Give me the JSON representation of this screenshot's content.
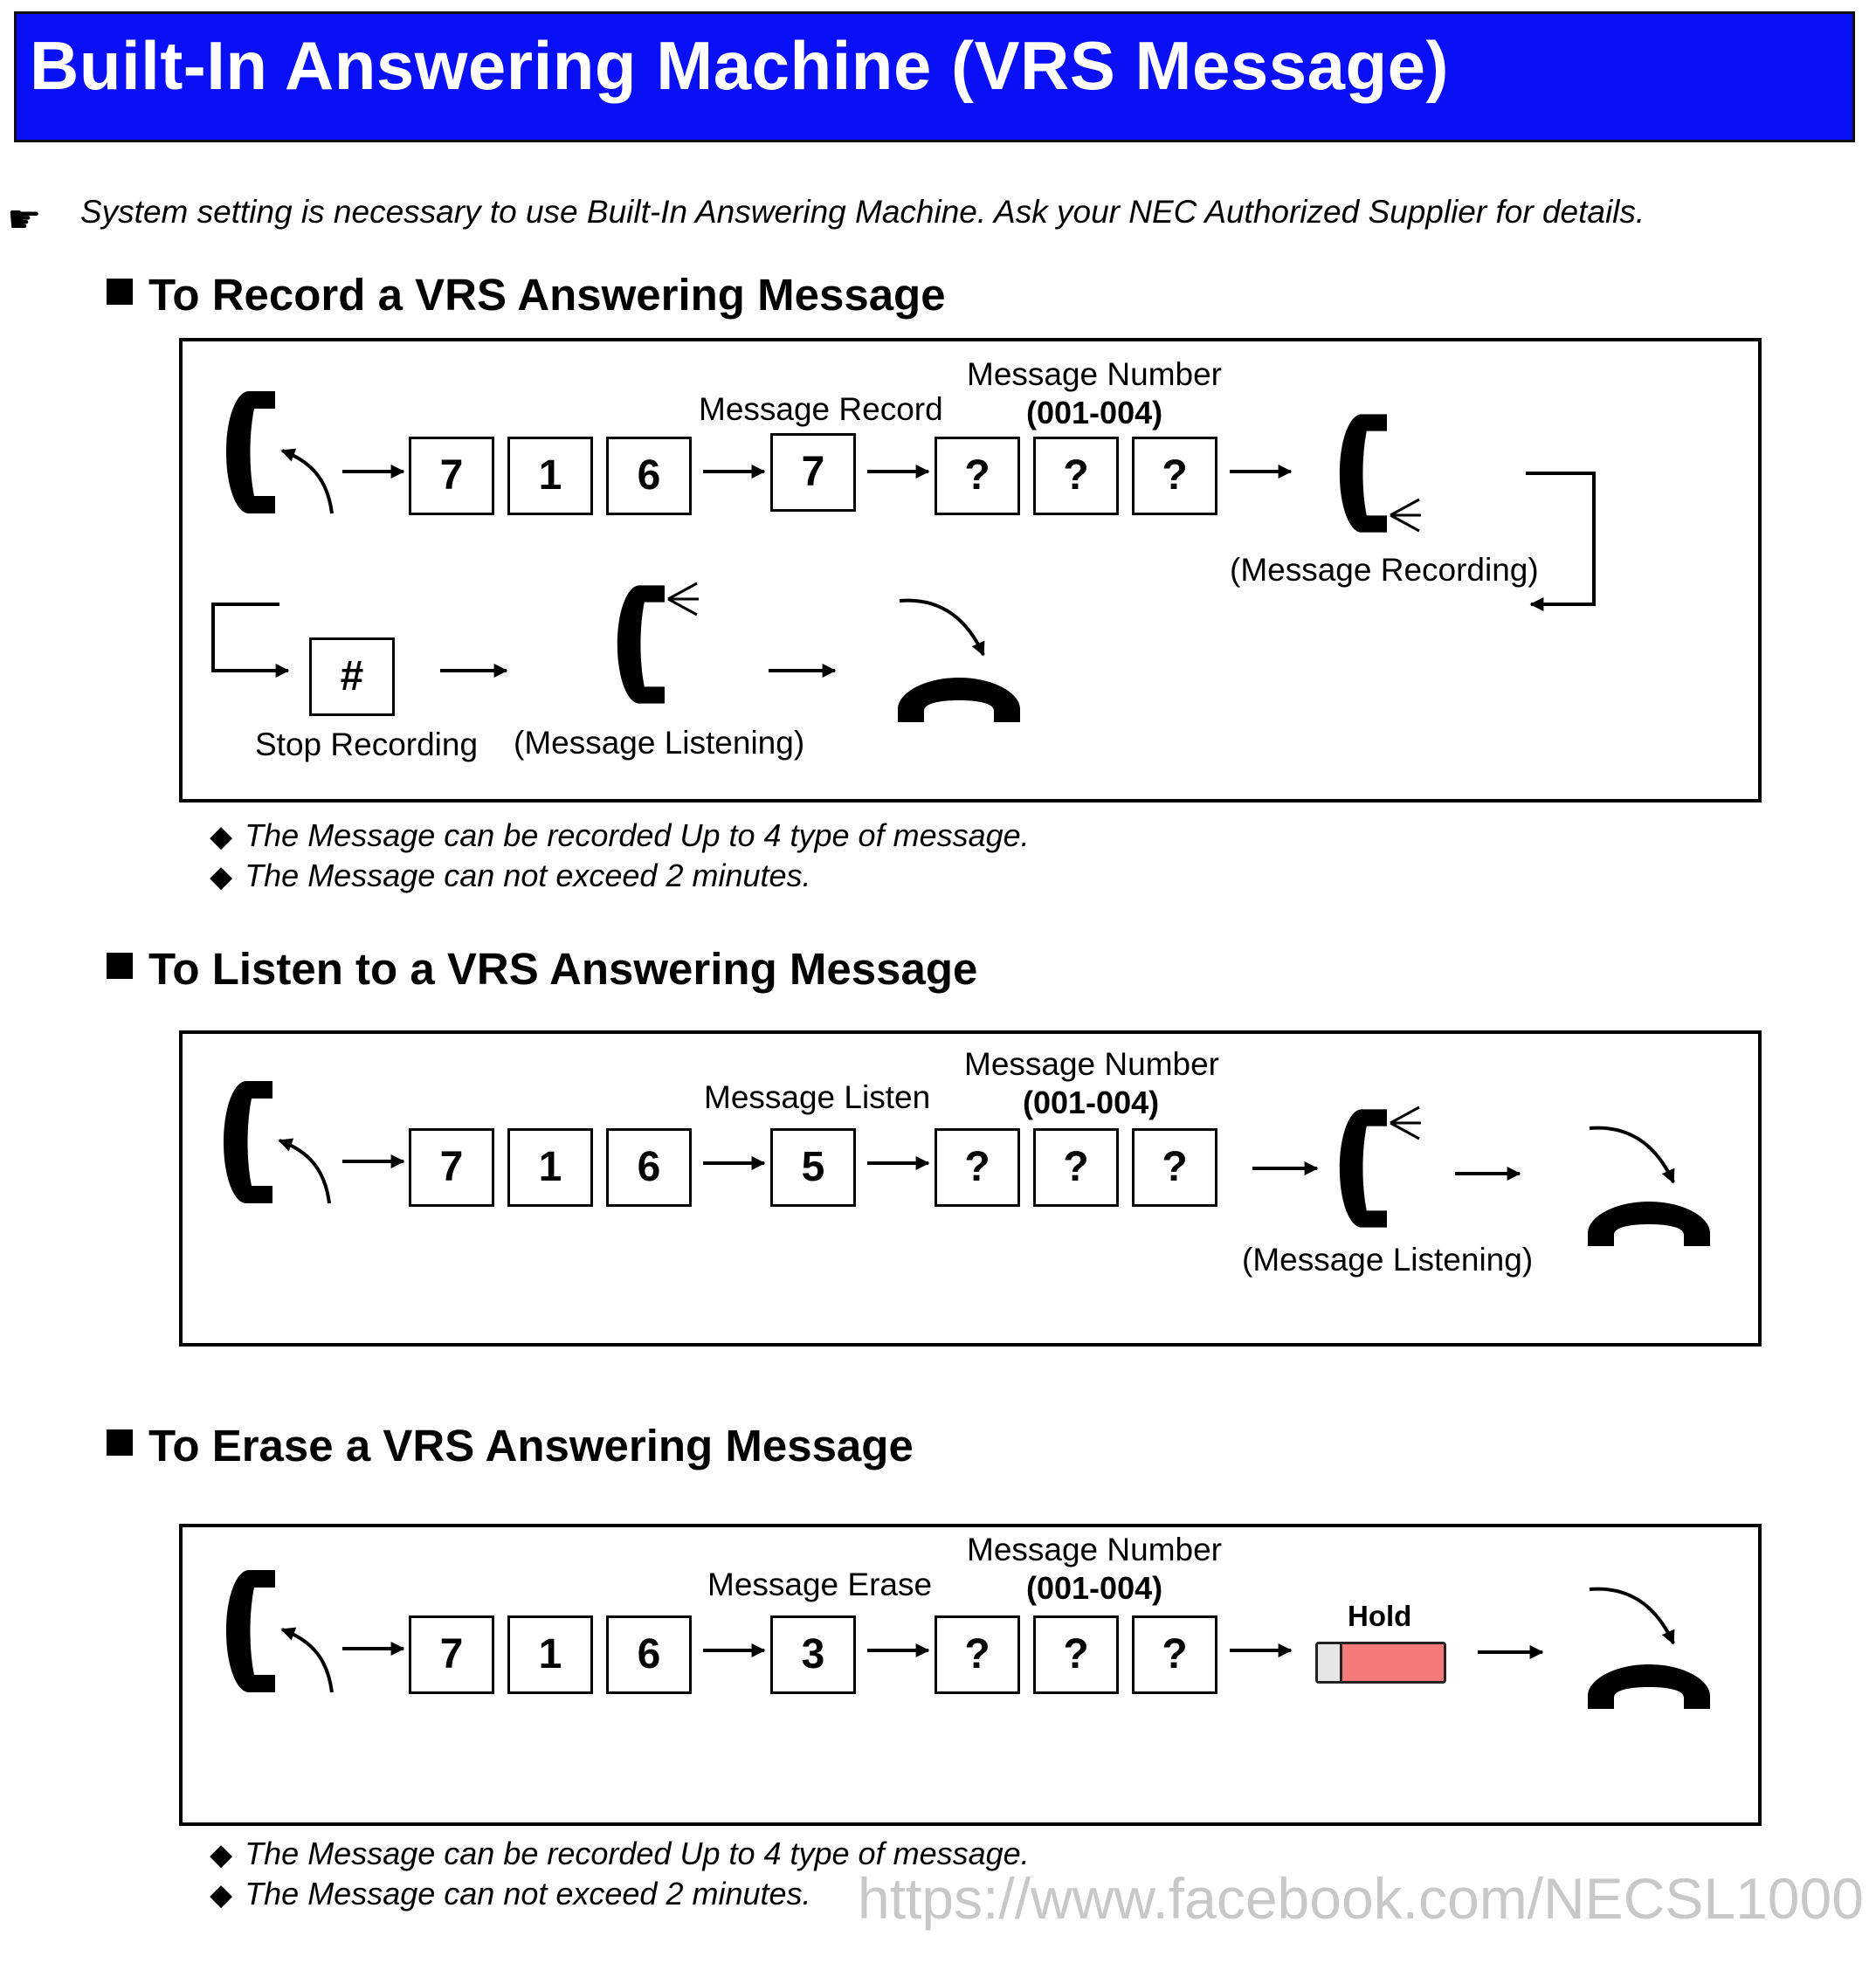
{
  "header": {
    "title": "Built-In Answering Machine (VRS Message)"
  },
  "note": {
    "icon": "pointing-hand-icon",
    "text": "System setting is necessary to use Built-In Answering Machine. Ask your NEC Authorized Supplier for details."
  },
  "record": {
    "heading": "To Record a VRS Answering Message",
    "keys": [
      "7",
      "1",
      "6",
      "7",
      "?",
      "?",
      "?"
    ],
    "action_label": "Message Record",
    "number_label": "Message Number",
    "number_range": "(001-004)",
    "recording_label": "(Message Recording)",
    "stop_key": "#",
    "stop_label": "Stop Recording",
    "listening_label": "(Message Listening)",
    "notes": [
      "The Message can be recorded Up to 4 type of message.",
      "The Message can not exceed 2 minutes."
    ]
  },
  "listen": {
    "heading": "To Listen to a VRS Answering Message",
    "keys": [
      "7",
      "1",
      "6",
      "5",
      "?",
      "?",
      "?"
    ],
    "action_label": "Message Listen",
    "number_label": "Message Number",
    "number_range": "(001-004)",
    "listening_label": "(Message Listening)"
  },
  "erase": {
    "heading": "To Erase a VRS Answering Message",
    "keys": [
      "7",
      "1",
      "6",
      "3",
      "?",
      "?",
      "?"
    ],
    "action_label": "Message Erase",
    "number_label": "Message Number",
    "number_range": "(001-004)",
    "hold_label": "Hold",
    "notes": [
      "The Message can be recorded Up to 4 type of message.",
      "The Message can not exceed 2 minutes."
    ]
  },
  "colors": {
    "title_bar": "#0a10f5",
    "hold_key": "#f47a7a"
  },
  "watermark": "https://www.facebook.com/NECSL1000"
}
